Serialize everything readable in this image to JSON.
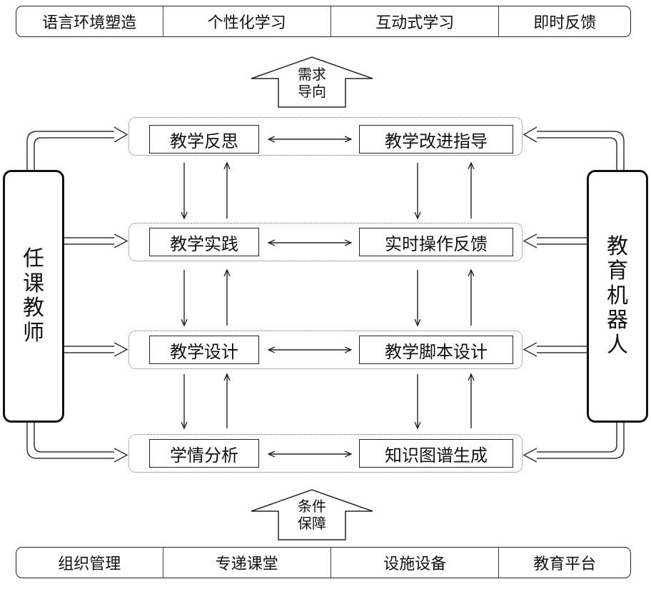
{
  "top_bar": [
    "语言环境塑造",
    "个性化学习",
    "互动式学习",
    "即时反馈"
  ],
  "bottom_bar": [
    "组织管理",
    "专递课堂",
    "设施设备",
    "教育平台"
  ],
  "top_arrow_label": [
    "需求",
    "导向"
  ],
  "bottom_arrow_label": [
    "条件",
    "保障"
  ],
  "left_actor": "任课教师",
  "right_actor": "教育机器人",
  "rows": [
    {
      "left": "教学反思",
      "right": "教学改进指导"
    },
    {
      "left": "教学实践",
      "right": "实时操作反馈"
    },
    {
      "left": "教学设计",
      "right": "教学脚本设计"
    },
    {
      "left": "学情分析",
      "right": "知识图谱生成"
    }
  ]
}
